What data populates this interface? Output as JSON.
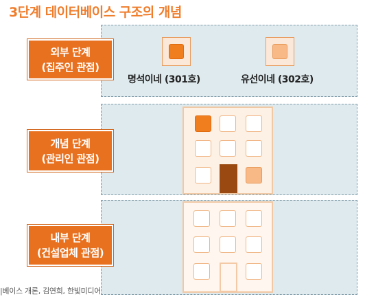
{
  "title": "3단계 데이터베이스 구조의 개념",
  "levels": [
    {
      "line1": "외부 단계",
      "line2": "(집주인 관점)"
    },
    {
      "line1": "개념 단계",
      "line2": "(관리인 관점)"
    },
    {
      "line1": "내부 단계",
      "line2": "(건설업체 관점)"
    }
  ],
  "rooms": [
    {
      "label": "명석이네 (301호)"
    },
    {
      "label": "유선이네 (302호)"
    }
  ],
  "source": "|베이스 개론, 김연희, 한빛미디어",
  "colors": {
    "title": "#ef7d2c",
    "level_box": "#e8711f",
    "band": "#dfeaee",
    "room_301": "#f07d1e",
    "room_302": "#f8b987",
    "door": "#9a4a10"
  }
}
